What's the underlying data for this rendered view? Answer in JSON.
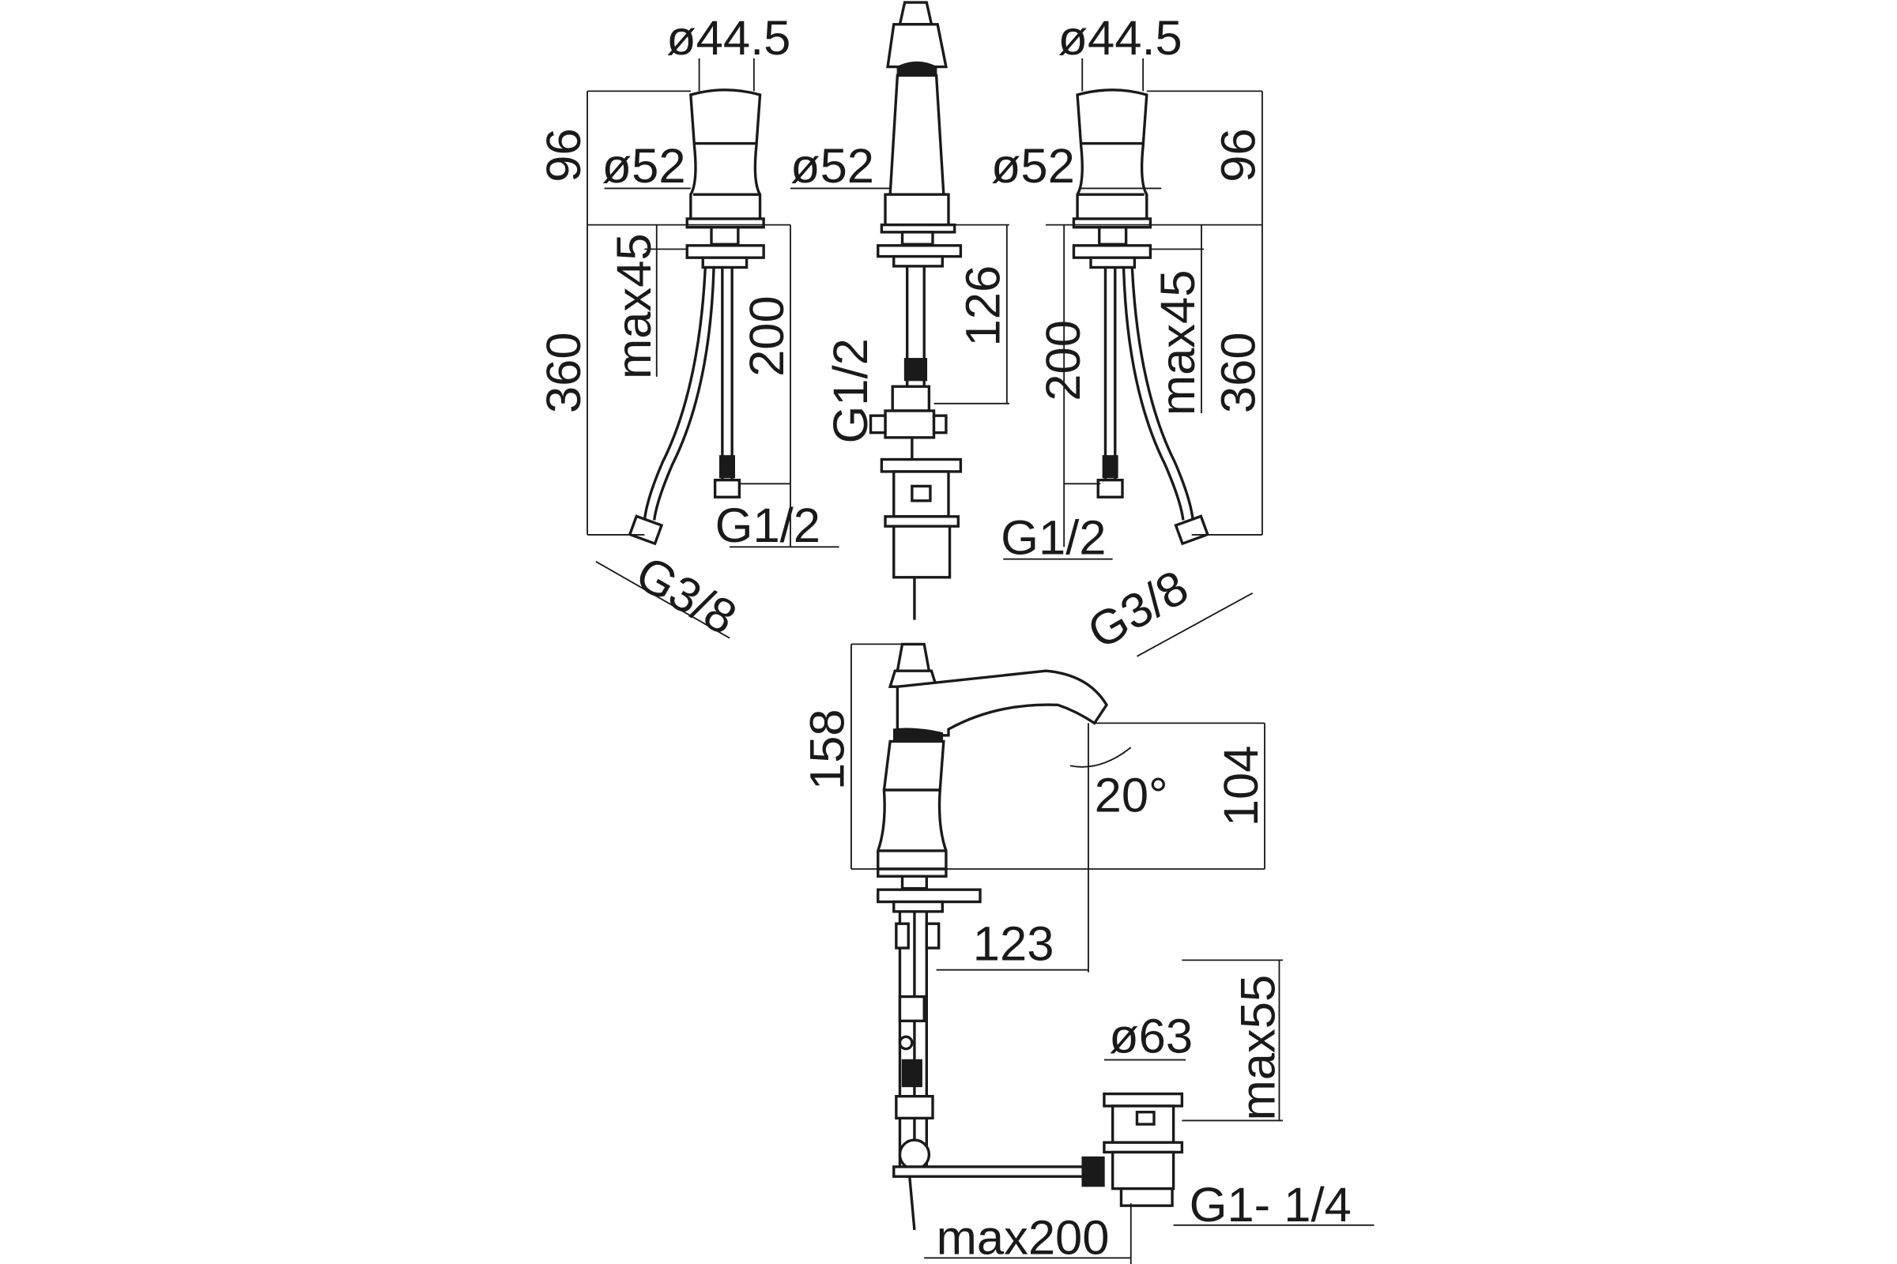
{
  "drawing": {
    "top_left": {
      "dia_top": "ø44.5",
      "dia_base": "ø52",
      "height": "96",
      "max_deck": "max45",
      "hose_length": "360",
      "pipe_length": "200",
      "thread_pipe": "G1/2",
      "thread_hose": "G3/8"
    },
    "top_center": {
      "dia_base": "ø52",
      "rod_length": "126",
      "thread": "G1/2"
    },
    "top_right": {
      "dia_top": "ø44.5",
      "dia_base": "ø52",
      "height": "96",
      "max_deck": "max45",
      "hose_length": "360",
      "pipe_length": "200",
      "thread_pipe": "G1/2",
      "thread_hose": "G3/8"
    },
    "side_view": {
      "total_height": "158",
      "spout_height": "104",
      "angle": "20°",
      "reach": "123",
      "waste_max_deck": "max55",
      "waste_dia": "ø63",
      "waste_thread": "G1- 1/4",
      "rod_max": "max200"
    }
  }
}
